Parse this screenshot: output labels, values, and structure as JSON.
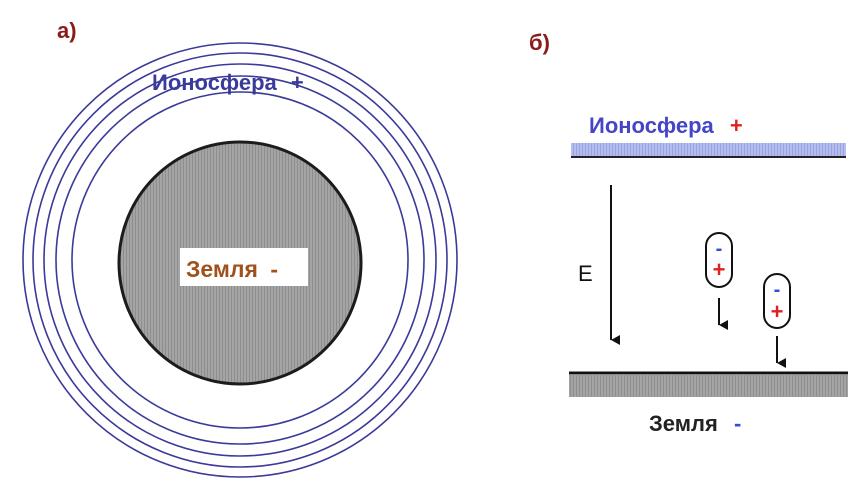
{
  "panel_a": {
    "label": "а)",
    "ionosphere": {
      "label": "Ионосфера",
      "sign": "+"
    },
    "earth": {
      "label": "Земля",
      "sign": "-"
    }
  },
  "panel_b": {
    "label": "б)",
    "ionosphere": {
      "label": "Ионосфера",
      "sign": "+"
    },
    "field_label": "E",
    "particles": [
      {
        "top_sign": "-",
        "bottom_sign": "+"
      },
      {
        "top_sign": "-",
        "bottom_sign": "+"
      }
    ],
    "earth": {
      "label": "Земля",
      "sign": "-"
    }
  },
  "colors": {
    "ring": "#3a3a9a",
    "panel_label": "#8b1a1a",
    "ionosphere_text": "#4545c8",
    "ionosphere_strip": "#a9b3ea",
    "earth_fill": "#9a9a9a",
    "earth_text": "#a0521c",
    "plus_red": "#e02020",
    "minus_blue": "#3050d0"
  }
}
